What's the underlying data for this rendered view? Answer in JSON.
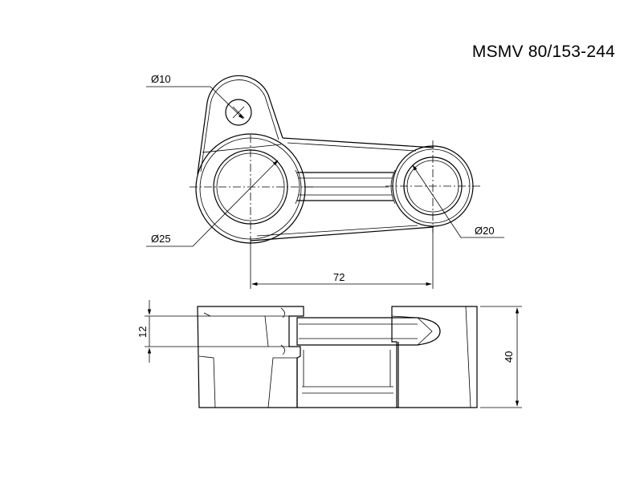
{
  "title": "MSMV 80/153-244",
  "dimensions": {
    "d_pin": "Ø10",
    "d_big": "Ø25",
    "d_small": "Ø20",
    "center_distance": "72",
    "thickness": "12",
    "height": "40"
  }
}
